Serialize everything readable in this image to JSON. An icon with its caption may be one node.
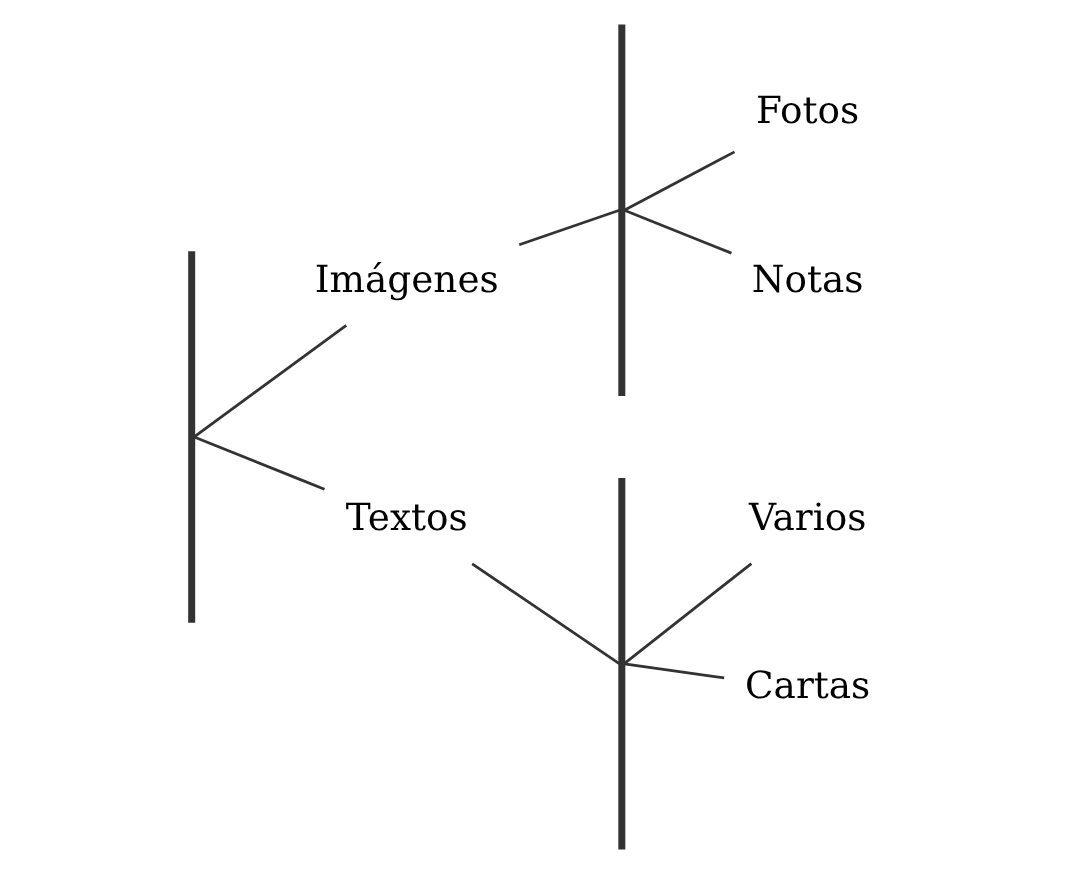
{
  "diagram": {
    "nodes": [
      {
        "text": [],
        "shape": "bar"
      },
      {
        "text": [
          "Imágenes"
        ]
      },
      {
        "text": [],
        "shape": "bar"
      },
      {
        "text": [
          "Fotos"
        ]
      },
      {
        "text": [
          "Notas"
        ]
      },
      {
        "text": [
          "Textos"
        ]
      },
      {
        "text": [],
        "shape": "bar"
      },
      {
        "text": [
          "Varios"
        ]
      },
      {
        "text": [
          "Cartas"
        ]
      }
    ],
    "edges": [
      {
        "from": 0,
        "to": 1,
        "arrow": "none"
      },
      {
        "from": 1,
        "to": 2,
        "arrow": "none"
      },
      {
        "from": 2,
        "to": 3,
        "arrow": "none"
      },
      {
        "from": 2,
        "to": 4,
        "arrow": "none"
      },
      {
        "from": 0,
        "to": 5,
        "arrow": "none"
      },
      {
        "from": 5,
        "to": 6,
        "arrow": "none"
      },
      {
        "from": 6,
        "to": 7,
        "arrow": "none"
      },
      {
        "from": 6,
        "to": 8,
        "arrow": "none"
      }
    ]
  }
}
